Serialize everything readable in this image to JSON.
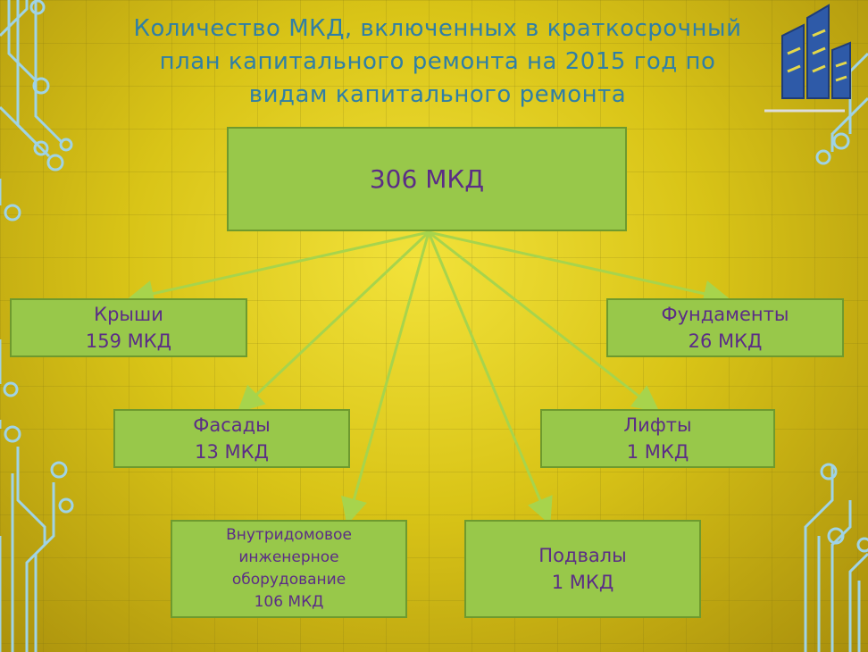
{
  "title": "Количество МКД, включенных в краткосрочный\nплан капитального ремонта на 2015 год  по\nвидам капитального ремонта",
  "root": {
    "value": "306",
    "unit": "МКД"
  },
  "nodes": [
    {
      "id": "roofs",
      "label": "Крыши",
      "value": "159 МКД"
    },
    {
      "id": "foundations",
      "label": "Фундаменты",
      "value": "26 МКД"
    },
    {
      "id": "facades",
      "label": "Фасады",
      "value": "13 МКД"
    },
    {
      "id": "elevators",
      "label": "Лифты",
      "value": "1 МКД"
    },
    {
      "id": "engineering",
      "label": "Внутридомовое\nинженерное\nоборудование",
      "value": "106 МКД"
    },
    {
      "id": "basements",
      "label": "Подвалы",
      "value": "1 МКД"
    }
  ],
  "colors": {
    "box_fill": "#98c84a",
    "box_border": "#6e9a2e",
    "text": "#5b2d86",
    "title": "#2f7fa6",
    "arrow": "#a7d44c",
    "circuit": "#9fd3e6",
    "logo": "#2e5aa8"
  },
  "decor": {
    "logo_icon": "building-logo-icon",
    "circuit_icon": "circuit-lines-icon"
  }
}
